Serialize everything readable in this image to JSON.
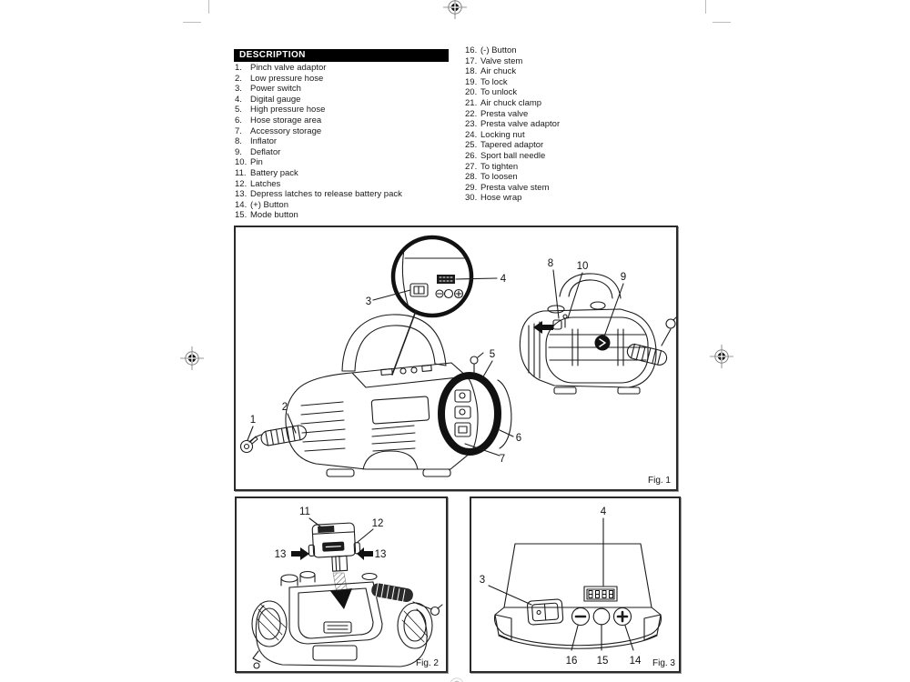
{
  "header": {
    "title": "DESCRIPTION"
  },
  "parts": {
    "left": [
      {
        "num": "1.",
        "label": "Pinch valve adaptor"
      },
      {
        "num": "2.",
        "label": "Low pressure hose"
      },
      {
        "num": "3.",
        "label": "Power switch"
      },
      {
        "num": "4.",
        "label": "Digital gauge"
      },
      {
        "num": "5.",
        "label": "High pressure hose"
      },
      {
        "num": "6.",
        "label": "Hose storage area"
      },
      {
        "num": "7.",
        "label": "Accessory storage"
      },
      {
        "num": "8.",
        "label": "Inflator"
      },
      {
        "num": "9.",
        "label": "Deflator"
      },
      {
        "num": "10.",
        "label": "Pin"
      },
      {
        "num": "11.",
        "label": "Battery pack"
      },
      {
        "num": "12.",
        "label": "Latches"
      },
      {
        "num": "13.",
        "label": "Depress latches to release battery pack"
      },
      {
        "num": "14.",
        "label": "(+) Button"
      },
      {
        "num": "15.",
        "label": "Mode button"
      }
    ],
    "right": [
      {
        "num": "16.",
        "label": "(-) Button"
      },
      {
        "num": "17.",
        "label": "Valve stem"
      },
      {
        "num": "18.",
        "label": "Air chuck"
      },
      {
        "num": "19.",
        "label": "To lock"
      },
      {
        "num": "20.",
        "label": "To unlock"
      },
      {
        "num": "21.",
        "label": "Air chuck clamp"
      },
      {
        "num": "22.",
        "label": "Presta valve"
      },
      {
        "num": "23.",
        "label": "Presta valve adaptor"
      },
      {
        "num": "24.",
        "label": "Locking nut"
      },
      {
        "num": "25.",
        "label": "Tapered adaptor"
      },
      {
        "num": "26.",
        "label": "Sport ball needle"
      },
      {
        "num": "27.",
        "label": "To tighten"
      },
      {
        "num": "28.",
        "label": "To loosen"
      },
      {
        "num": "29.",
        "label": "Presta valve stem"
      },
      {
        "num": "30.",
        "label": "Hose wrap"
      }
    ]
  },
  "figures": {
    "fig1": {
      "caption": "Fig. 1",
      "callouts": {
        "n1": "1",
        "n2": "2",
        "n3": "3",
        "n4": "4",
        "n5": "5",
        "n6": "6",
        "n7": "7",
        "n8": "8",
        "n9": "9",
        "n10": "10"
      }
    },
    "fig2": {
      "caption": "Fig. 2",
      "callouts": {
        "n11": "11",
        "n12": "12",
        "n13a": "13",
        "n13b": "13"
      }
    },
    "fig3": {
      "caption": "Fig. 3",
      "callouts": {
        "n3": "3",
        "n4": "4",
        "n14": "14",
        "n15": "15",
        "n16": "16"
      }
    }
  },
  "colors": {
    "ink": "#1a1a1a",
    "header_bg": "#000000",
    "header_fg": "#ffffff"
  }
}
